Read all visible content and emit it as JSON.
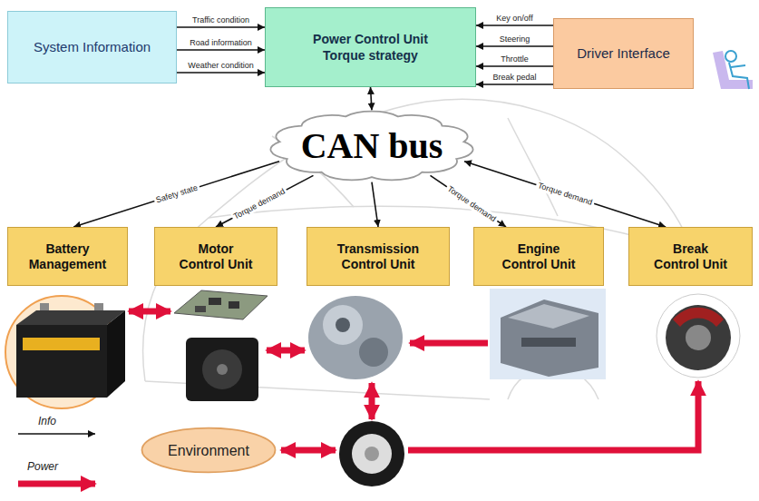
{
  "diagram": {
    "nodes": [
      {
        "text": [
          "System Information"
        ]
      },
      {
        "text": [
          "Power Control Unit",
          "Torque strategy"
        ]
      },
      {
        "text": [
          "Driver Interface"
        ]
      },
      {
        "text": [
          "CAN bus"
        ]
      },
      {
        "text": [
          "Battery Management"
        ]
      },
      {
        "text": [
          "Motor Control Unit"
        ]
      },
      {
        "text": [
          "Transmission Control Unit"
        ]
      },
      {
        "text": [
          "Engine Control Unit"
        ]
      },
      {
        "text": [
          "Break Control Unit"
        ]
      },
      {
        "text": [
          "Environment"
        ]
      }
    ],
    "edges": [
      {
        "from": 0,
        "to": 1,
        "arrow": "to",
        "label": "Traffic condition"
      },
      {
        "from": 0,
        "to": 1,
        "arrow": "to",
        "label": "Road information"
      },
      {
        "from": 0,
        "to": 1,
        "arrow": "to",
        "label": "Weather condition"
      },
      {
        "from": 2,
        "to": 1,
        "arrow": "to",
        "label": "Key on/off"
      },
      {
        "from": 2,
        "to": 1,
        "arrow": "to",
        "label": "Steering"
      },
      {
        "from": 2,
        "to": 1,
        "arrow": "to",
        "label": "Throttle"
      },
      {
        "from": 2,
        "to": 1,
        "arrow": "to",
        "label": "Break pedal"
      },
      {
        "from": 1,
        "to": 3,
        "arrow": "both"
      },
      {
        "from": 3,
        "to": 4,
        "arrow": "to",
        "label": "Safety state"
      },
      {
        "from": 3,
        "to": 5,
        "arrow": "to",
        "label": "Torque demand"
      },
      {
        "from": 3,
        "to": 6,
        "arrow": "to"
      },
      {
        "from": 3,
        "to": 7,
        "arrow": "to",
        "label": "Torque demand"
      },
      {
        "from": 3,
        "to": 8,
        "arrow": "both",
        "label": "Torque demand"
      }
    ],
    "legend": [
      {
        "text": "Info"
      },
      {
        "text": "Power"
      }
    ]
  }
}
